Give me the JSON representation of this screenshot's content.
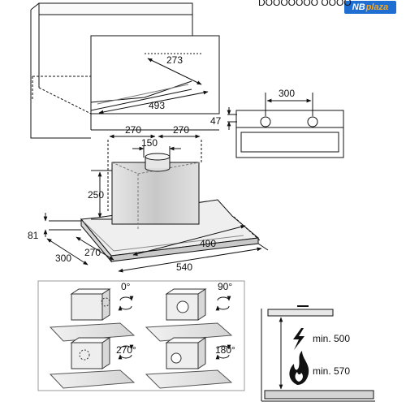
{
  "watermark": {
    "part1": "NB",
    "part2": "plaza",
    "top_caption": "DOOOOOOO OOOO",
    "brand_color": "#1e6fd1",
    "accent_color": "#f5a623"
  },
  "cabinet": {
    "dim_depth": "273",
    "dim_width": "493"
  },
  "front_panel": {
    "dim_spacing": "300",
    "dim_height": "47"
  },
  "hood": {
    "dim_left_offset": "270",
    "dim_right_offset": "270",
    "dim_duct": "150",
    "dim_chimney_height": "250",
    "dim_body_height": "81",
    "dim_body_depth": "300",
    "dim_offset_front": "270",
    "dim_inner_width": "490",
    "dim_total_width": "540"
  },
  "rotations": [
    "0°",
    "90°",
    "270°",
    "180°"
  ],
  "clearance": {
    "electric": "min. 500",
    "gas": "min. 570"
  }
}
